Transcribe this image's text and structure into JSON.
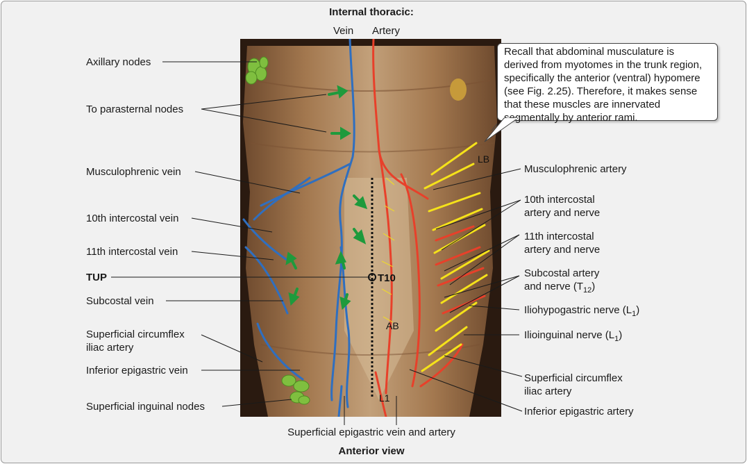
{
  "header": {
    "title": "Internal thoracic:",
    "vein": "Vein",
    "artery": "Artery"
  },
  "footer": {
    "view": "Anterior view",
    "superficial_epigastric": "Superficial epigastric vein and artery"
  },
  "callout": {
    "text": "Recall that abdominal musculature is derived from myotomes in the trunk region, specifically the anterior (ventral) hypomere (see Fig. 2.25). Therefore, it makes sense that these muscles are innervated segmentally by anterior rami."
  },
  "photo_marks": {
    "lb": "LB",
    "t10": "T10",
    "ab": "AB",
    "l1": "L1"
  },
  "left_labels": {
    "axillary": "Axillary nodes",
    "parasternal": "To parasternal nodes",
    "musculophrenic_vein": "Musculophrenic vein",
    "intercostal10_vein": "10th intercostal vein",
    "intercostal11_vein": "11th intercostal vein",
    "tup": "TUP",
    "subcostal_vein": "Subcostal vein",
    "sup_circumflex_l1": "Superficial circumflex",
    "sup_circumflex_l2": "iliac artery",
    "inf_epigastric_vein": "Inferior epigastric vein",
    "sup_inguinal": "Superficial inguinal nodes"
  },
  "right_labels": {
    "musculophrenic_artery": "Musculophrenic artery",
    "intercostal10_l1": "10th intercostal",
    "intercostal10_l2": "artery and nerve",
    "intercostal11_l1": "11th intercostal",
    "intercostal11_l2": "artery and nerve",
    "subcostal_l1": "Subcostal artery",
    "subcostal_l2_prefix": "and nerve (T",
    "subcostal_l2_sub": "12",
    "subcostal_l2_suffix": ")",
    "iliohypogastric_prefix": "Iliohypogastric nerve (L",
    "iliohypogastric_sub": "1",
    "iliohypogastric_suffix": ")",
    "ilioinguinal_prefix": "Ilioinguinal nerve (L",
    "ilioinguinal_sub": "1",
    "ilioinguinal_suffix": ")",
    "sup_circumflex_l1": "Superficial circumflex",
    "sup_circumflex_l2": "iliac artery",
    "inf_epigastric_artery": "Inferior epigastric artery"
  },
  "colors": {
    "vein": "#2f6fc0",
    "artery": "#e8402a",
    "nerve": "#f5e21a",
    "lymph": "#7fbf3f",
    "arrow": "#1e9a3c",
    "skin": "#a07350",
    "background": "#f1f1f1"
  }
}
